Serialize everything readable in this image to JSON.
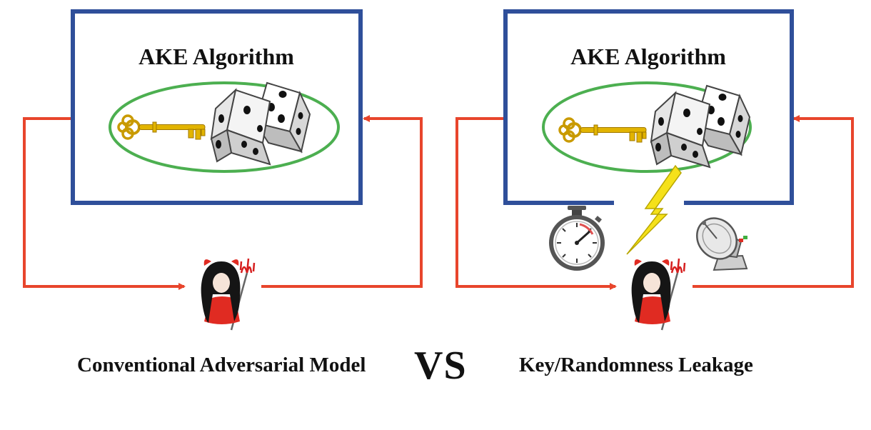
{
  "left_panel": {
    "box_title": "AKE Algorithm",
    "caption": "Conventional Adversarial Model",
    "icons": [
      "key-icon",
      "dice-icon",
      "devil-adversary-icon"
    ]
  },
  "right_panel": {
    "box_title": "AKE Algorithm",
    "caption": "Key/Randomness Leakage",
    "icons": [
      "key-icon",
      "dice-icon",
      "lightning-icon",
      "stopwatch-icon",
      "satellite-dish-icon",
      "devil-adversary-icon"
    ]
  },
  "vs_label": "VS",
  "colors": {
    "box_border": "#2f4f9a",
    "ellipse": "#4caf50",
    "arrow": "#e8452c",
    "key": "#e2b400",
    "lightning": "#f5e11a",
    "devil_body": "#e02b22"
  }
}
